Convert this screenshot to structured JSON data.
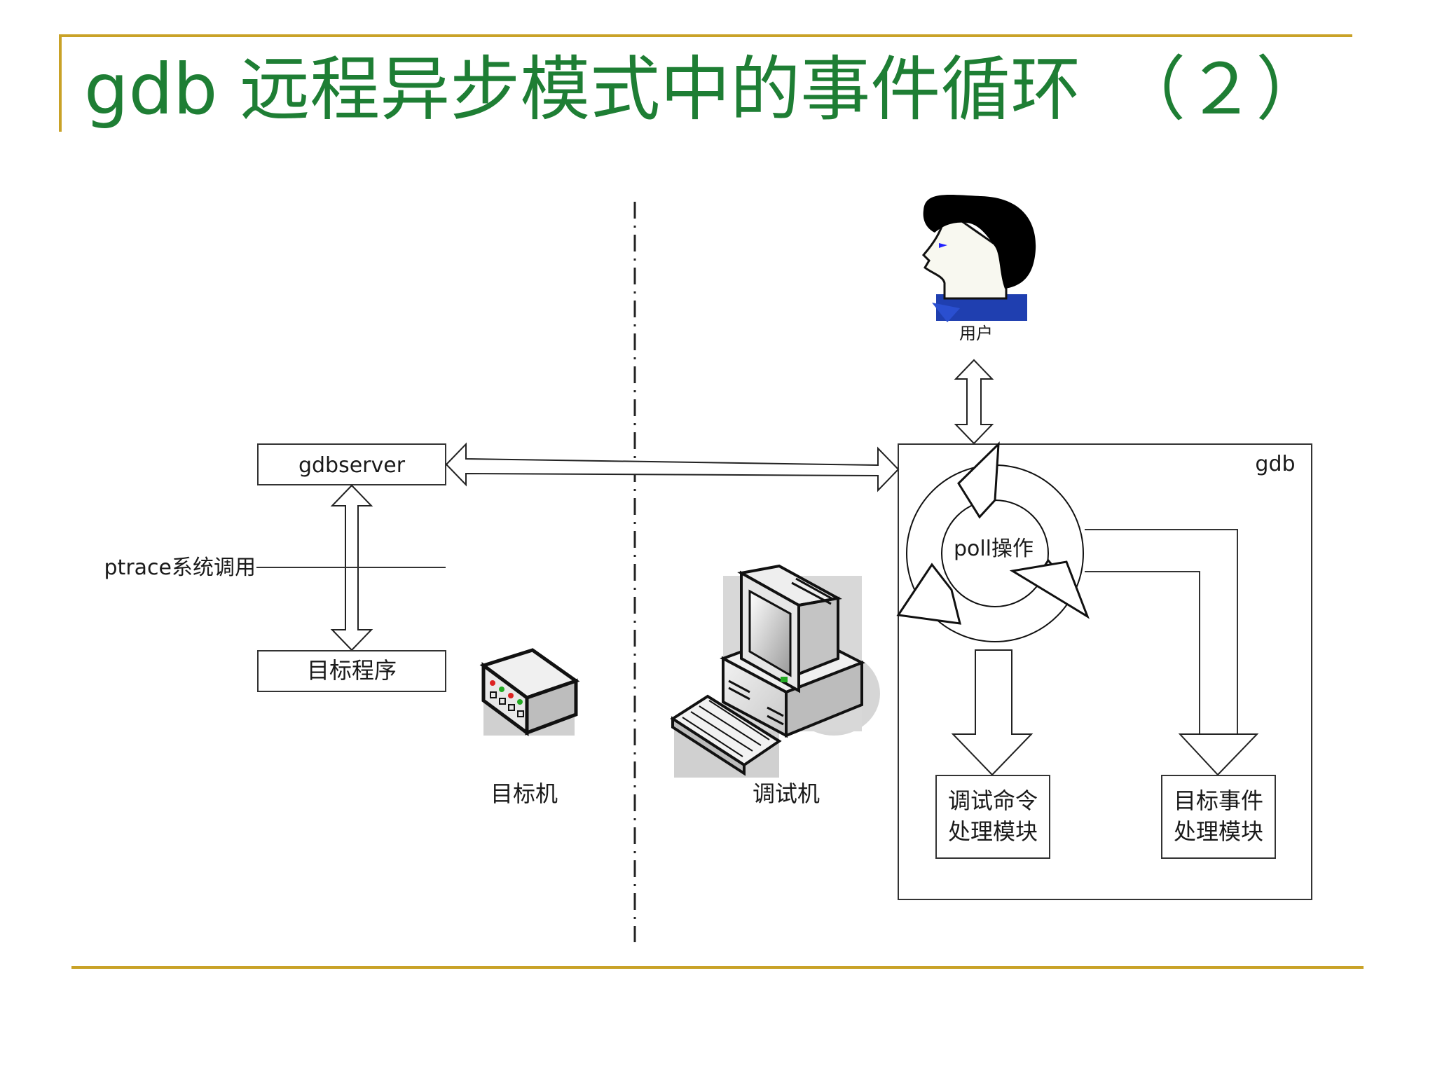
{
  "slide": {
    "title": "gdb 远程异步模式中的事件循环　（２）",
    "title_color": "#1e7e34",
    "rule_color": "#c9a227"
  },
  "diagram": {
    "user_label": "用户",
    "gdbserver_label": "gdbserver",
    "ptrace_label": "ptrace系统调用",
    "target_program_label": "目标程序",
    "target_machine_label": "目标机",
    "debug_machine_label": "调试机",
    "gdb_label": "gdb",
    "poll_label": "poll操作",
    "debug_cmd_module": [
      "调试命令",
      "处理模块"
    ],
    "target_event_module": [
      "目标事件",
      "处理模块"
    ]
  }
}
